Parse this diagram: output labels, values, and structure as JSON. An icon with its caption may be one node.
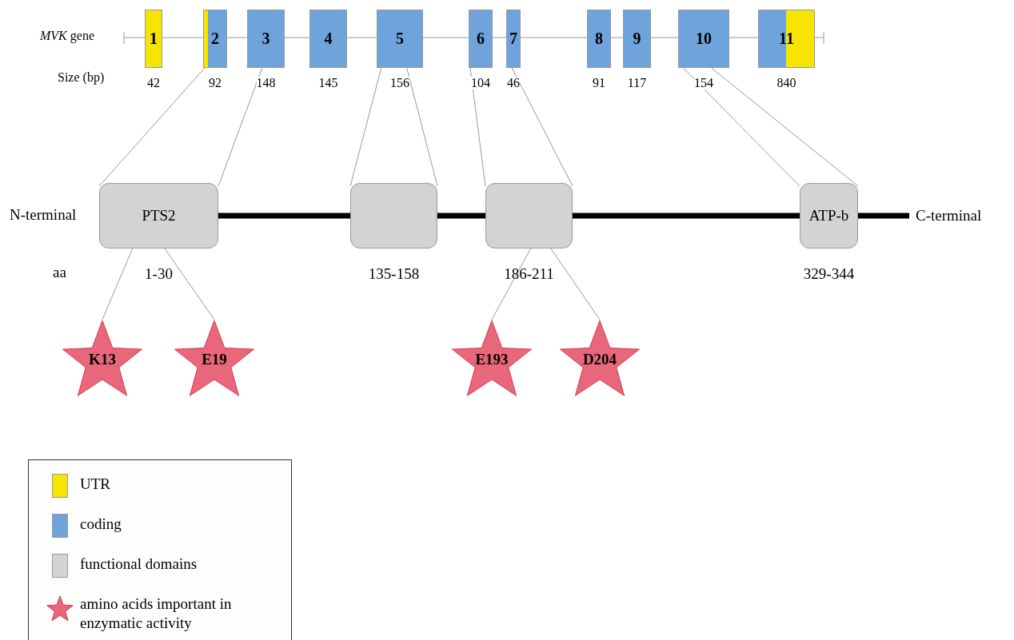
{
  "diagram": {
    "nodes": [
      {
        "text": [
          "1"
        ],
        "beside": [
          "42"
        ]
      },
      {
        "text": [
          "2"
        ],
        "beside": [
          "92"
        ]
      },
      {
        "text": [
          "3"
        ],
        "beside": [
          "148"
        ]
      },
      {
        "text": [
          "4"
        ],
        "beside": [
          "145"
        ]
      },
      {
        "text": [
          "5"
        ],
        "beside": [
          "156"
        ]
      },
      {
        "text": [
          "6"
        ],
        "beside": [
          "104"
        ]
      },
      {
        "text": [
          "7"
        ],
        "beside": [
          "46"
        ]
      },
      {
        "text": [
          "8"
        ],
        "beside": [
          "91"
        ]
      },
      {
        "text": [
          "9"
        ],
        "beside": [
          "117"
        ]
      },
      {
        "text": [
          "10"
        ],
        "beside": [
          "154"
        ]
      },
      {
        "text": [
          "11"
        ],
        "beside": [
          "840"
        ]
      },
      {
        "text": [
          "PTS2"
        ],
        "beside": [
          "1-30"
        ]
      },
      {
        "text": [],
        "shape": "box",
        "beside": [
          "135-158"
        ]
      },
      {
        "text": [],
        "shape": "box",
        "beside": [
          "186-211"
        ]
      },
      {
        "text": [
          "ATP-b"
        ],
        "beside": [
          "329-344"
        ]
      },
      {
        "text": [
          "K13"
        ]
      },
      {
        "text": [
          "E19"
        ]
      },
      {
        "text": [
          "E193"
        ]
      },
      {
        "text": [
          "D204"
        ]
      },
      {
        "text": [
          "C-terminal"
        ]
      }
    ],
    "edges": [
      {
        "from": null,
        "to": 0,
        "arrow": "none"
      },
      {
        "from": 0,
        "to": 1,
        "arrow": "none"
      },
      {
        "from": 1,
        "to": 2,
        "arrow": "none"
      },
      {
        "from": 2,
        "to": 3,
        "arrow": "none"
      },
      {
        "from": 3,
        "to": 4,
        "arrow": "none"
      },
      {
        "from": 4,
        "to": 5,
        "arrow": "none"
      },
      {
        "from": 5,
        "to": 6,
        "arrow": "none"
      },
      {
        "from": 6,
        "to": 7,
        "arrow": "none"
      },
      {
        "from": 7,
        "to": 8,
        "arrow": "none"
      },
      {
        "from": 8,
        "to": 9,
        "arrow": "none"
      },
      {
        "from": 9,
        "to": 10,
        "arrow": "none"
      },
      {
        "from": 10,
        "to": null,
        "arrow": "none"
      },
      {
        "from": 1,
        "to": 11,
        "arrow": "none"
      },
      {
        "from": 2,
        "to": 11,
        "arrow": "none"
      },
      {
        "from": 4,
        "to": 12,
        "arrow": "none"
      },
      {
        "from": 4,
        "to": 12,
        "arrow": "none"
      },
      {
        "from": 5,
        "to": 13,
        "arrow": "none"
      },
      {
        "from": 6,
        "to": 13,
        "arrow": "none"
      },
      {
        "from": 9,
        "to": 14,
        "arrow": "none"
      },
      {
        "from": 9,
        "to": 14,
        "arrow": "none"
      },
      {
        "from": 11,
        "to": 15,
        "arrow": "none"
      },
      {
        "from": 11,
        "to": 16,
        "arrow": "none"
      },
      {
        "from": 13,
        "to": 17,
        "arrow": "none"
      },
      {
        "from": 13,
        "to": 18,
        "arrow": "none"
      },
      {
        "from": 11,
        "to": 12,
        "arrow": "none",
        "style": "thick",
        "color": "#000000"
      },
      {
        "from": 12,
        "to": 13,
        "arrow": "none",
        "style": "thick",
        "color": "#000000"
      },
      {
        "from": 13,
        "to": 14,
        "arrow": "none",
        "style": "thick",
        "color": "#000000"
      },
      {
        "from": 14,
        "to": 19,
        "arrow": "none",
        "style": "thick",
        "color": "#000000"
      }
    ],
    "labels": [
      "*MVK* gene",
      "Size (bp)",
      "N-terminal",
      "aa"
    ],
    "legend": [
      {
        "text": "UTR",
        "color": "#f7e400"
      },
      {
        "text": "coding",
        "color": "#6fa3dc"
      },
      {
        "text": "functional domains",
        "color": "#d3d3d3"
      },
      {
        "text": "amino acids important in enzymatic activity"
      }
    ]
  }
}
